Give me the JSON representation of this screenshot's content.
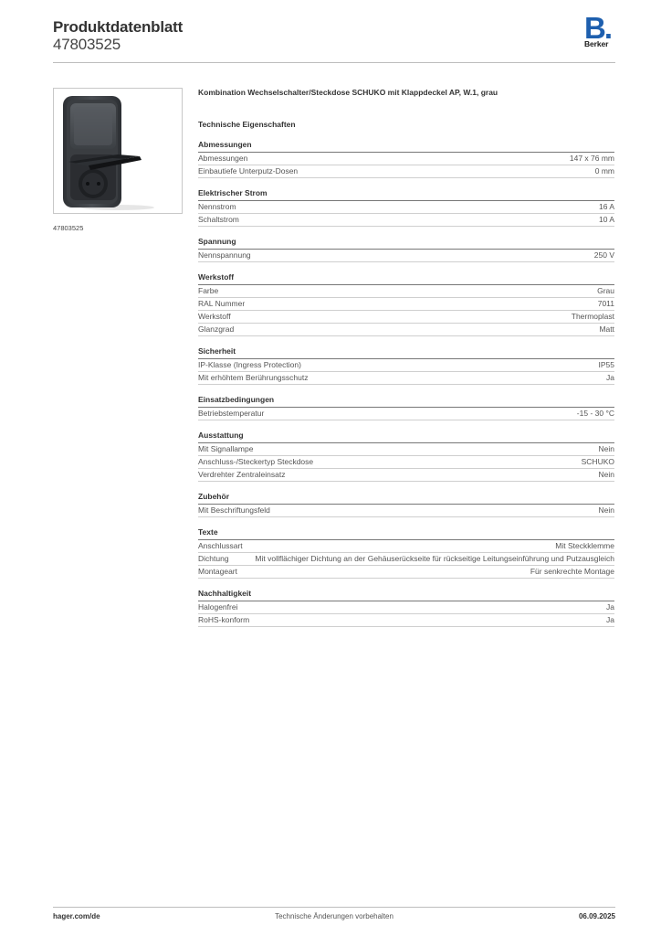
{
  "header": {
    "title": "Produktdatenblatt",
    "article_number": "47803525",
    "logo_letter": "B.",
    "logo_text": "Berker"
  },
  "colors": {
    "brand_blue": "#1e5fae",
    "product_body": "#3b3e42",
    "product_cover": "#2a2c2f"
  },
  "image": {
    "caption": "47803525",
    "icon": "product-photo"
  },
  "product_name": "Kombination Wechselschalter/Steckdose SCHUKO mit Klappdeckel AP, W.1, grau",
  "section_title": "Technische Eigenschaften",
  "groups": [
    {
      "title": "Abmessungen",
      "rows": [
        {
          "k": "Abmessungen",
          "v": "147 x 76 mm"
        },
        {
          "k": "Einbautiefe Unterputz-Dosen",
          "v": "0 mm"
        }
      ]
    },
    {
      "title": "Elektrischer Strom",
      "rows": [
        {
          "k": "Nennstrom",
          "v": "16 A"
        },
        {
          "k": "Schaltstrom",
          "v": "10 A"
        }
      ]
    },
    {
      "title": "Spannung",
      "rows": [
        {
          "k": "Nennspannung",
          "v": "250 V"
        }
      ]
    },
    {
      "title": "Werkstoff",
      "rows": [
        {
          "k": "Farbe",
          "v": "Grau"
        },
        {
          "k": "RAL Nummer",
          "v": "7011"
        },
        {
          "k": "Werkstoff",
          "v": "Thermoplast"
        },
        {
          "k": "Glanzgrad",
          "v": "Matt"
        }
      ]
    },
    {
      "title": "Sicherheit",
      "rows": [
        {
          "k": "IP-Klasse (Ingress Protection)",
          "v": "IP55"
        },
        {
          "k": "Mit erhöhtem Berührungsschutz",
          "v": "Ja"
        }
      ]
    },
    {
      "title": "Einsatzbedingungen",
      "rows": [
        {
          "k": "Betriebstemperatur",
          "v": "-15 - 30 °C"
        }
      ]
    },
    {
      "title": "Ausstattung",
      "rows": [
        {
          "k": "Mit Signallampe",
          "v": "Nein"
        },
        {
          "k": "Anschluss-/Steckertyp Steckdose",
          "v": "SCHUKO"
        },
        {
          "k": "Verdrehter Zentraleinsatz",
          "v": "Nein"
        }
      ]
    },
    {
      "title": "Zubehör",
      "rows": [
        {
          "k": "Mit Beschriftungsfeld",
          "v": "Nein"
        }
      ]
    },
    {
      "title": "Texte",
      "rows": [
        {
          "k": "Anschlussart",
          "v": "Mit Steckklemme"
        },
        {
          "k": "Dichtung",
          "v": "Mit vollflächiger Dichtung an der Gehäuserückseite für rückseitige Leitungseinführung und Putzausgleich"
        },
        {
          "k": "Montageart",
          "v": "Für senkrechte Montage"
        }
      ]
    },
    {
      "title": "Nachhaltigkeit",
      "rows": [
        {
          "k": "Halogenfrei",
          "v": "Ja"
        },
        {
          "k": "RoHS-konform",
          "v": "Ja"
        }
      ]
    }
  ],
  "footer": {
    "website": "hager.com/de",
    "notice": "Technische Änderungen vorbehalten",
    "date": "06.09.2025"
  }
}
